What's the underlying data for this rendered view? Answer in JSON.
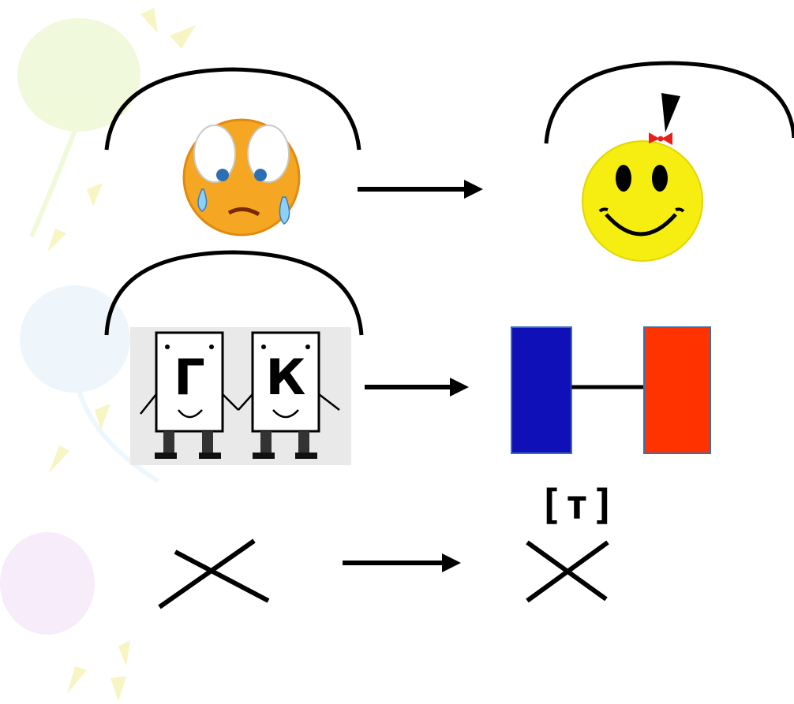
{
  "letters": {
    "left": "Г",
    "right": "К"
  },
  "transcription": "[т]",
  "colors": {
    "hard_block": "#1010b8",
    "soft_block": "#ff3300",
    "happy_face": "#f6ee10",
    "sad_face": "#f5a623",
    "bow": "#e8201c"
  },
  "icons": [
    "balloon-decoration",
    "sad-crying-face-icon",
    "happy-smiley-face-icon",
    "letter-card-g",
    "letter-card-k",
    "arrow-icon",
    "cross-mark-icon",
    "hard-consonant-block",
    "soft-consonant-block"
  ]
}
